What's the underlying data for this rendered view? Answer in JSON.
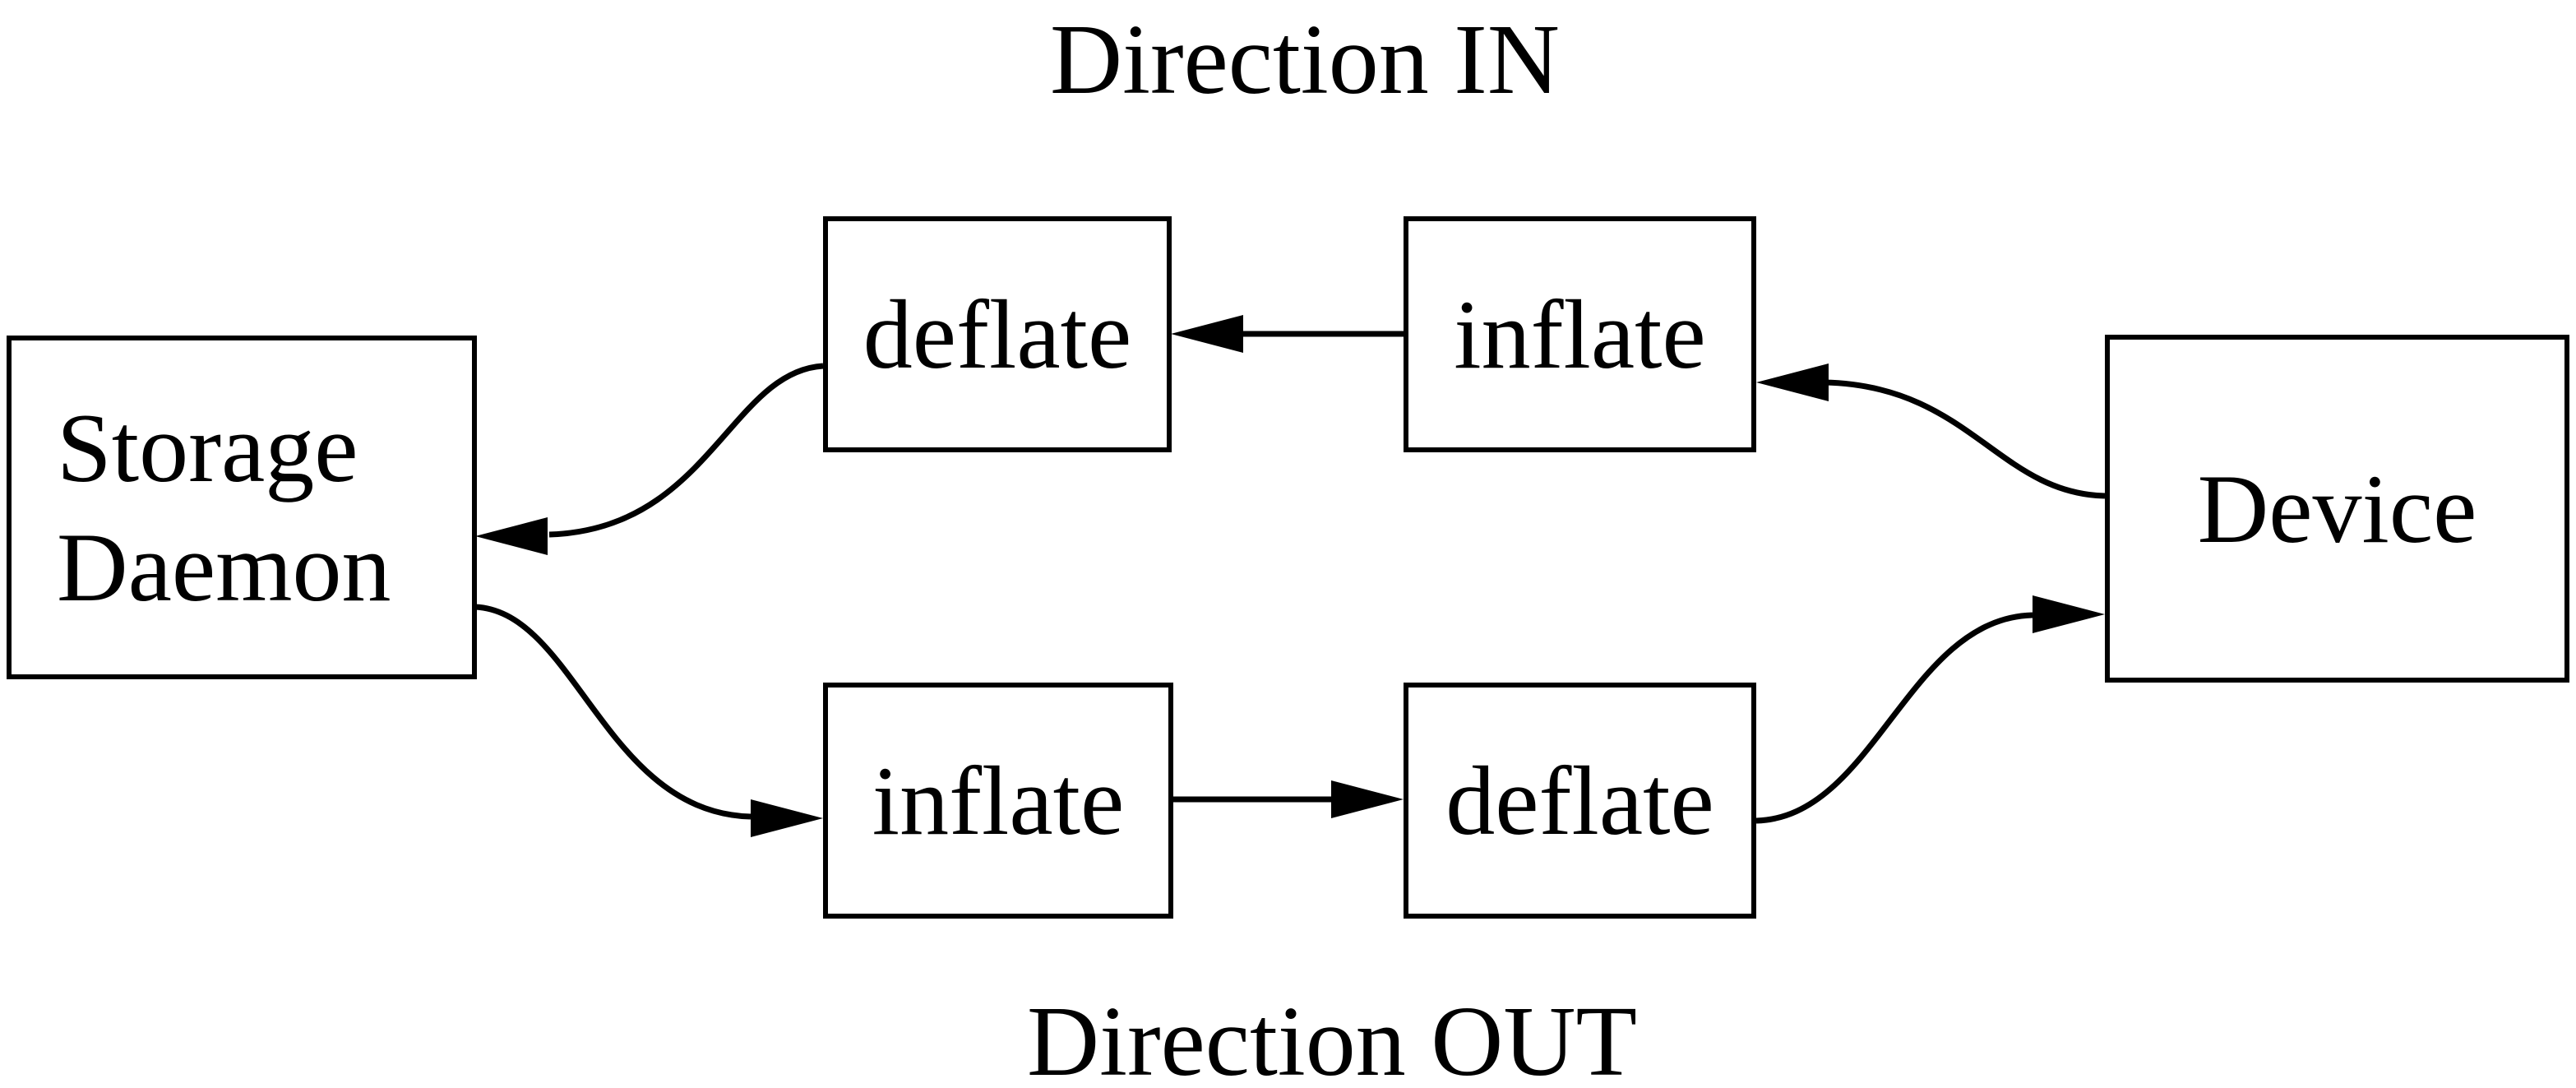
{
  "diagram": {
    "background_color": "#ffffff",
    "ink_color": "#000000",
    "titles": {
      "top": "Direction IN",
      "bottom": "Direction OUT"
    },
    "nodes": {
      "storage_daemon": {
        "line1": "Storage",
        "line2": "Daemon"
      },
      "deflate_in": {
        "label": "deflate"
      },
      "inflate_in": {
        "label": "inflate"
      },
      "inflate_out": {
        "label": "inflate"
      },
      "deflate_out": {
        "label": "deflate"
      },
      "device": {
        "label": "Device"
      }
    },
    "edges": [
      {
        "direction": "IN",
        "from": "device",
        "to": "inflate_in"
      },
      {
        "direction": "IN",
        "from": "inflate_in",
        "to": "deflate_in"
      },
      {
        "direction": "IN",
        "from": "deflate_in",
        "to": "storage_daemon"
      },
      {
        "direction": "OUT",
        "from": "storage_daemon",
        "to": "inflate_out"
      },
      {
        "direction": "OUT",
        "from": "inflate_out",
        "to": "deflate_out"
      },
      {
        "direction": "OUT",
        "from": "deflate_out",
        "to": "device"
      }
    ]
  }
}
